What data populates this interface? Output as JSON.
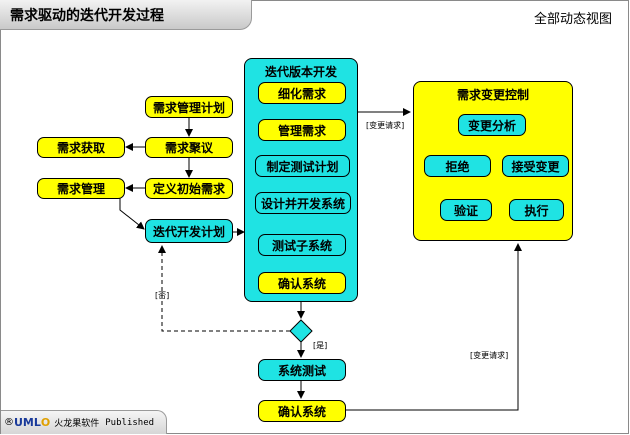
{
  "header": {
    "title": "需求驱动的迭代开发过程",
    "view_title": "全部动态视图"
  },
  "left": {
    "plan": "需求管理计划",
    "acquire": "需求获取",
    "elicit": "需求聚议",
    "manage": "需求管理",
    "define": "定义初始需求",
    "iteration_plan": "迭代开发计划"
  },
  "iteration": {
    "title": "迭代版本开发",
    "steps": [
      "细化需求",
      "管理需求",
      "制定测试计划",
      "设计并开发系统",
      "测试子系统",
      "确认系统"
    ]
  },
  "change": {
    "title": "需求变更控制",
    "analysis": "变更分析",
    "reject": "拒绝",
    "accept": "接受变更",
    "execute": "执行",
    "verify": "验证"
  },
  "bottom": {
    "system_test": "系统测试",
    "confirm": "确认系统"
  },
  "labels": {
    "change_request_top": "[变更请求]",
    "change_request_bottom": "[变更请求]",
    "no": "[否]",
    "yes": "[是]"
  },
  "footer": {
    "reg": "®",
    "logo_u": "UML",
    "logo_o": "O",
    "brand": "火龙果软件",
    "published": "Published"
  },
  "colors": {
    "yellow": "#ffff00",
    "cyan": "#1fe3e3"
  }
}
